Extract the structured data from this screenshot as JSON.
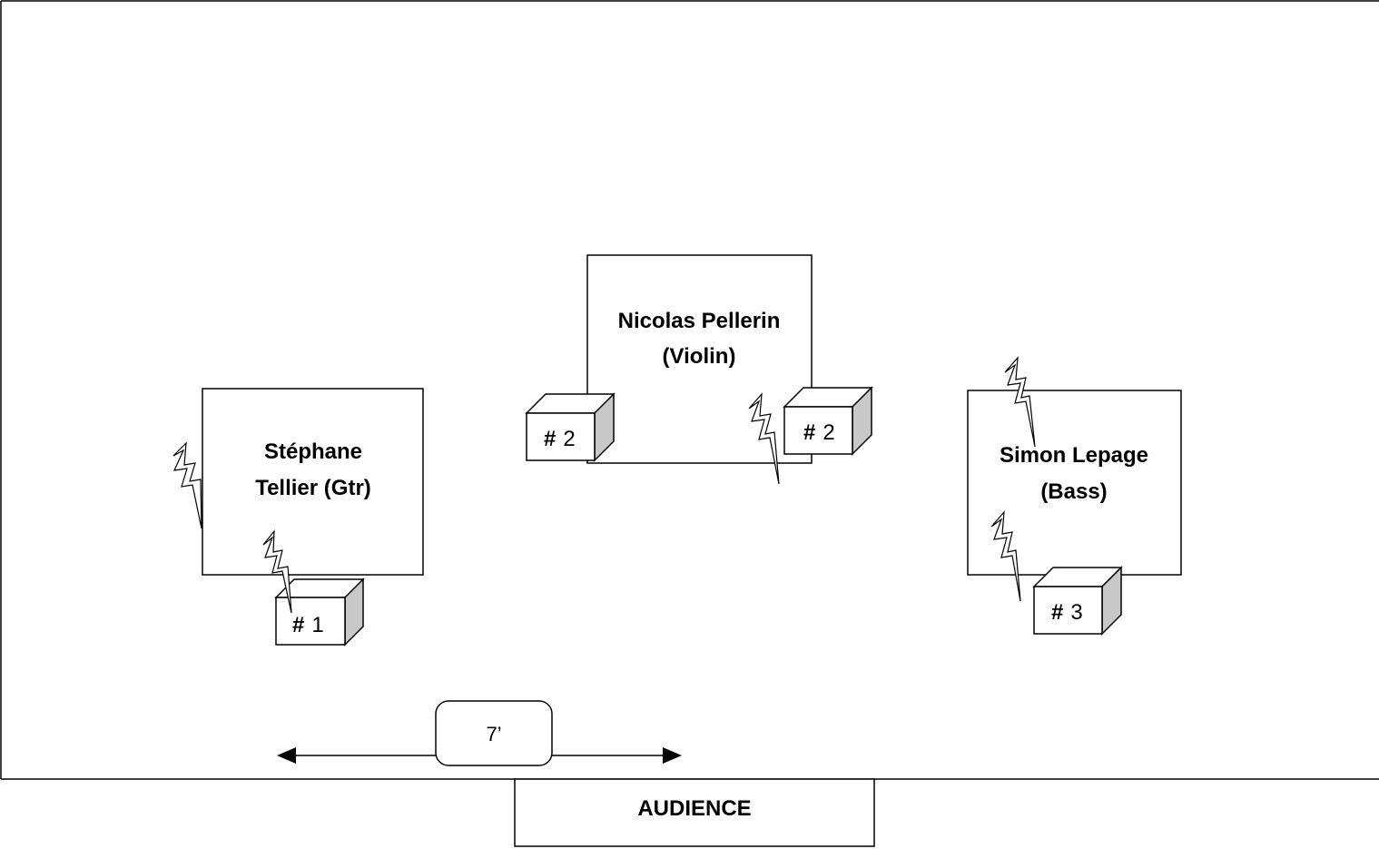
{
  "musicians": {
    "guitar": {
      "line1": "Stéphane",
      "line2": "Tellier (Gtr)"
    },
    "violin": {
      "line1": "Nicolas Pellerin",
      "line2": "(Violin)"
    },
    "bass": {
      "line1": "Simon Lepage",
      "line2": "(Bass)"
    }
  },
  "monitors": {
    "m1": {
      "hash": "#",
      "num": "1"
    },
    "m2a": {
      "hash": "#",
      "num": "2"
    },
    "m2b": {
      "hash": "#",
      "num": "2"
    },
    "m3": {
      "hash": "#",
      "num": "3"
    }
  },
  "dimension": {
    "label": "7’"
  },
  "audience": {
    "label": "AUDIENCE"
  },
  "colors": {
    "line": "#000000",
    "cube_side": "#c8c8c8",
    "cube_top": "#ffffff"
  }
}
